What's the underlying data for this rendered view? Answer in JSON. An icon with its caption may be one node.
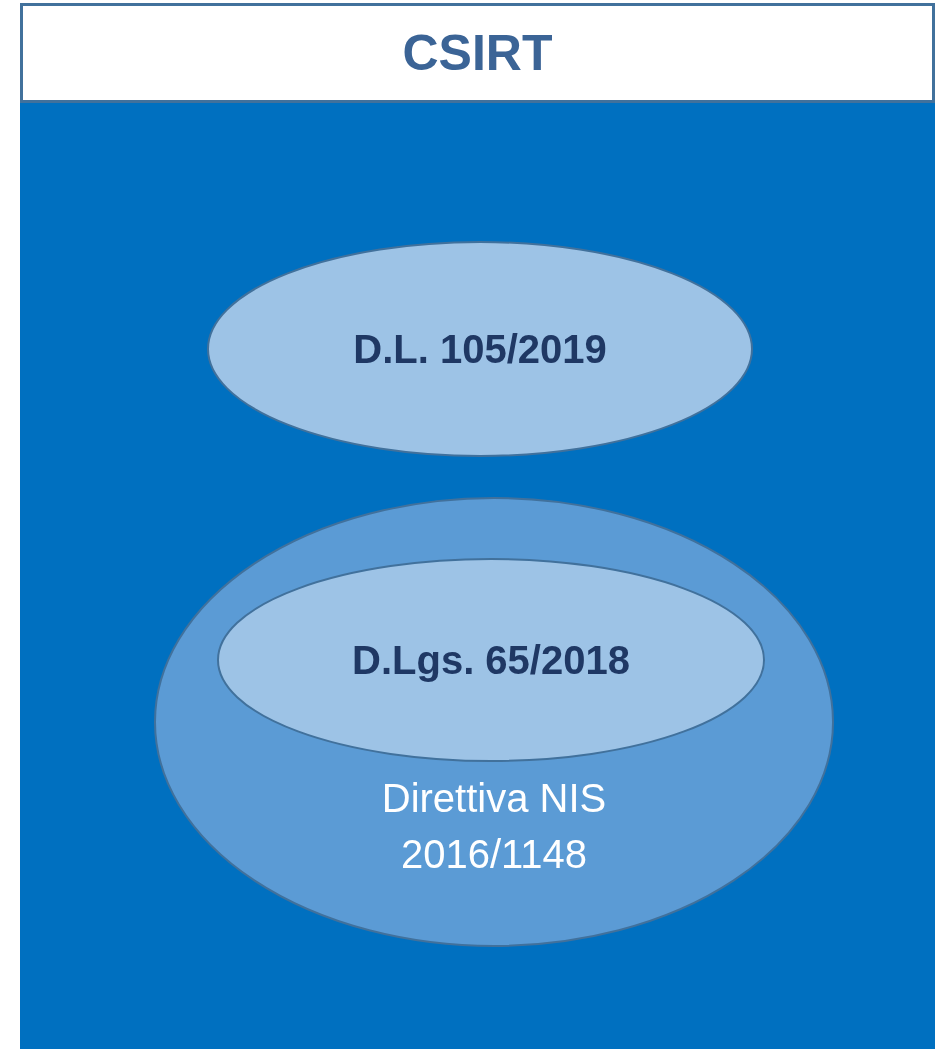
{
  "diagram": {
    "nodes": [
      {
        "text": [
          "CSIRT"
        ]
      },
      {
        "text": [
          "D.L. 105/2019"
        ],
        "in": 0
      },
      {
        "text": [
          "Direttiva NIS 2016/1148"
        ],
        "in": 0
      },
      {
        "text": [
          "D.Lgs. 65/2018"
        ],
        "in": 2
      }
    ]
  }
}
